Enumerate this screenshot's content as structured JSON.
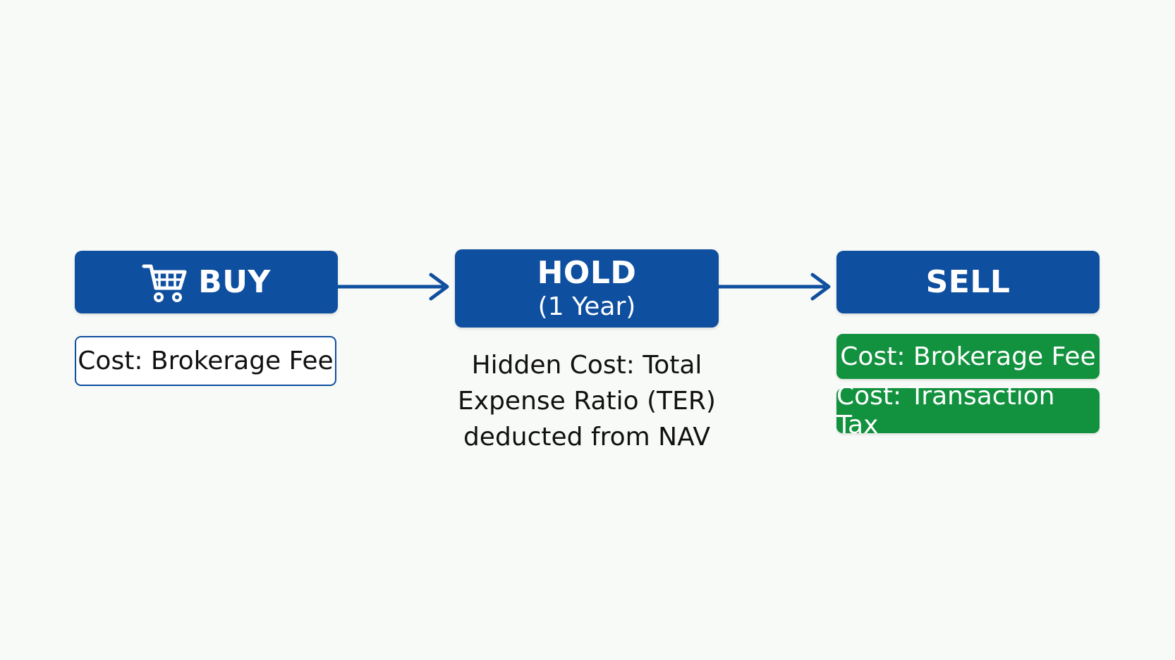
{
  "flow": {
    "stages": [
      {
        "id": "buy",
        "title": "BUY",
        "icon": "shopping-cart-icon"
      },
      {
        "id": "hold",
        "title": "HOLD",
        "subtitle": "(1 Year)"
      },
      {
        "id": "sell",
        "title": "SELL"
      }
    ]
  },
  "costs": {
    "buy": "Cost: Brokerage Fee",
    "hold": {
      "lines": [
        "Hidden Cost: Total",
        "Expense Ratio (TER)",
        "deducted from NAV"
      ]
    },
    "sell": [
      "Cost: Brokerage Fee",
      "Cost: Transaction Tax"
    ]
  },
  "colors": {
    "stage_blue": "#0f4fa0",
    "cost_green": "#12923f",
    "background": "#f8faf7"
  }
}
